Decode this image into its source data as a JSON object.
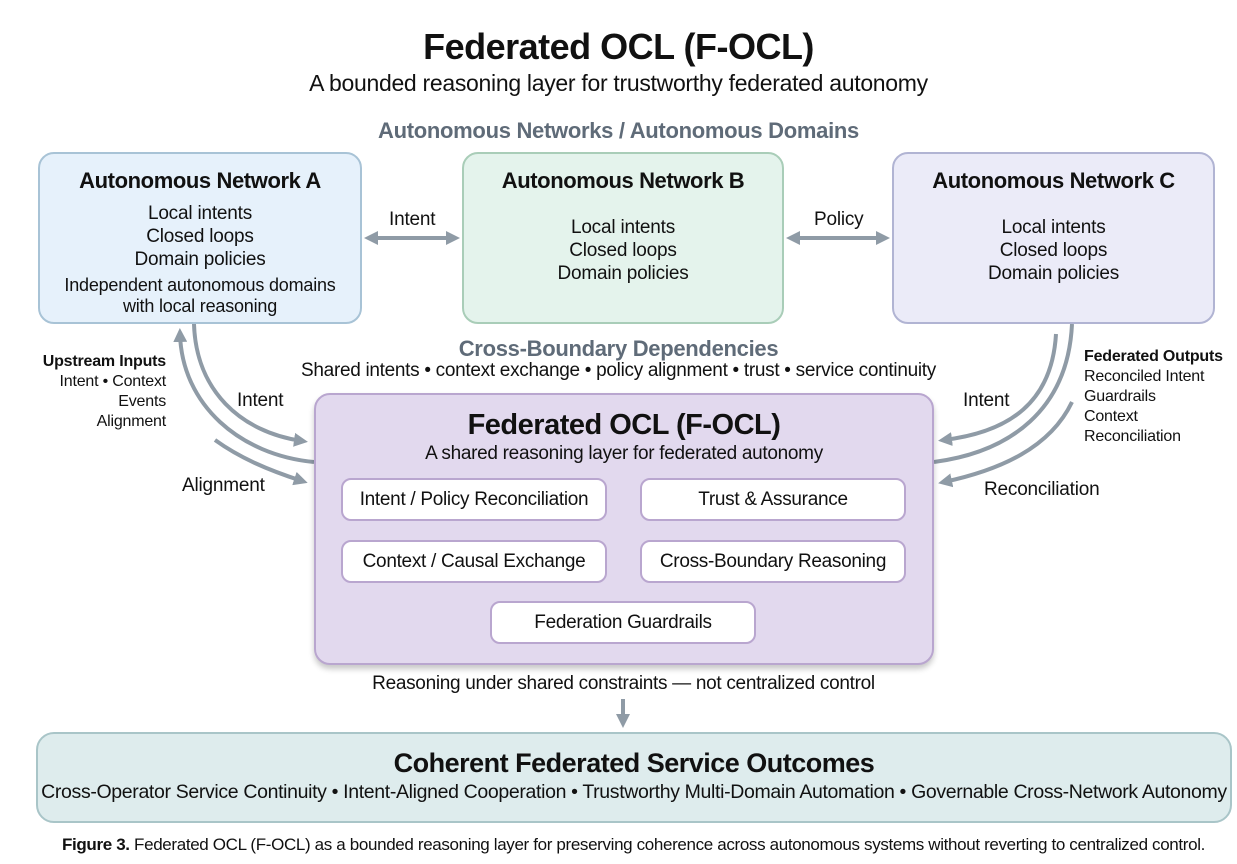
{
  "header": {
    "title": "Federated OCL (F-OCL)",
    "subtitle": "A bounded reasoning layer for trustworthy federated autonomy",
    "section_heading": "Autonomous Networks / Autonomous Domains"
  },
  "networks": [
    {
      "title": "Autonomous Network A",
      "lines": [
        "Local intents",
        "Closed loops",
        "Domain policies"
      ],
      "note": [
        "Independent autonomous domains",
        "with local reasoning"
      ],
      "fill": "#e6f1fb",
      "border": "#a8c3d6"
    },
    {
      "title": "Autonomous Network B",
      "lines": [
        "Local intents",
        "Closed loops",
        "Domain policies"
      ],
      "fill": "#e4f3ec",
      "border": "#a9cdb8"
    },
    {
      "title": "Autonomous Network C",
      "lines": [
        "Local intents",
        "Closed loops",
        "Domain policies"
      ],
      "fill": "#ebebf8",
      "border": "#b1b4d3"
    }
  ],
  "links": {
    "a_b": "Intent",
    "b_c": "Policy"
  },
  "dependencies": {
    "heading": "Cross-Boundary Dependencies",
    "line": "Shared intents • context exchange • policy alignment • trust • service continuity"
  },
  "upstream": {
    "heading": "Upstream Inputs",
    "lines": [
      "Intent • Context",
      "Events",
      "Alignment"
    ],
    "arrow_labels": [
      "Intent",
      "Alignment"
    ]
  },
  "outputs": {
    "heading": "Federated Outputs",
    "lines": [
      "Reconciled Intent",
      "Guardrails",
      "Context",
      "Reconciliation"
    ],
    "arrow_labels": [
      "Intent",
      "Reconciliation"
    ]
  },
  "focl": {
    "title": "Federated OCL (F-OCL)",
    "subtitle": "A shared reasoning layer for federated autonomy",
    "components": [
      "Intent / Policy Reconciliation",
      "Trust & Assurance",
      "Context / Causal Exchange",
      "Cross-Boundary Reasoning",
      "Federation Guardrails"
    ],
    "fill": "#e2d9ee",
    "border": "#b9a6cf",
    "note": "Reasoning under shared constraints — not centralized control"
  },
  "outcomes": {
    "title": "Coherent Federated Service Outcomes",
    "line": "Cross-Operator Service Continuity • Intent-Aligned Cooperation • Trustworthy Multi-Domain Automation • Governable Cross-Network Autonomy",
    "fill": "#deeced"
  },
  "caption": {
    "label": "Figure 3.",
    "text": " Federated OCL (F-OCL) as a bounded reasoning layer for preserving coherence across autonomous systems without reverting to centralized control."
  },
  "colors": {
    "arrow": "#8f9ba6",
    "section_heading": "#5f6b78"
  }
}
